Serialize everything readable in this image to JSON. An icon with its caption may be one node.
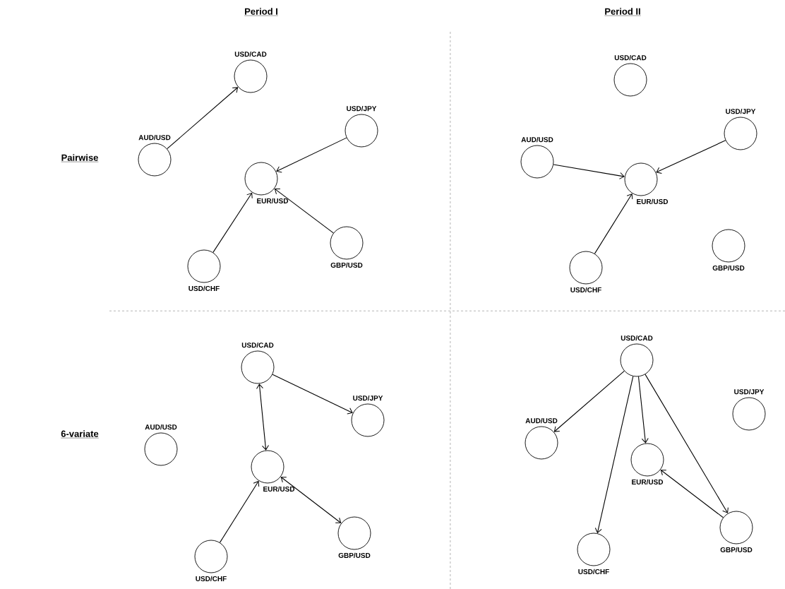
{
  "diagram": {
    "nodes": [
      {
        "text": [
          "USD/CAD"
        ]
      },
      {
        "text": [
          "USD/JPY"
        ]
      },
      {
        "text": [
          "AUD/USD"
        ]
      },
      {
        "text": [
          "EUR/USD"
        ]
      },
      {
        "text": [
          "GBP/USD"
        ]
      },
      {
        "text": [
          "USD/CHF"
        ]
      },
      {
        "text": [
          "USD/CAD"
        ]
      },
      {
        "text": [
          "USD/JPY"
        ]
      },
      {
        "text": [
          "AUD/USD"
        ]
      },
      {
        "text": [
          "EUR/USD"
        ]
      },
      {
        "text": [
          "GBP/USD"
        ]
      },
      {
        "text": [
          "USD/CHF"
        ]
      },
      {
        "text": [
          "USD/CAD"
        ]
      },
      {
        "text": [
          "USD/JPY"
        ]
      },
      {
        "text": [
          "AUD/USD"
        ]
      },
      {
        "text": [
          "EUR/USD"
        ]
      },
      {
        "text": [
          "GBP/USD"
        ]
      },
      {
        "text": [
          "USD/CHF"
        ]
      },
      {
        "text": [
          "USD/CAD"
        ]
      },
      {
        "text": [
          "USD/JPY"
        ]
      },
      {
        "text": [
          "AUD/USD"
        ]
      },
      {
        "text": [
          "EUR/USD"
        ]
      },
      {
        "text": [
          "GBP/USD"
        ]
      },
      {
        "text": [
          "USD/CHF"
        ]
      }
    ],
    "edges": [
      {
        "from": 2,
        "to": 0,
        "arrow": "to"
      },
      {
        "from": 1,
        "to": 3,
        "arrow": "to"
      },
      {
        "from": 5,
        "to": 3,
        "arrow": "to"
      },
      {
        "from": 4,
        "to": 3,
        "arrow": "to"
      },
      {
        "from": 8,
        "to": 9,
        "arrow": "to"
      },
      {
        "from": 7,
        "to": 9,
        "arrow": "to"
      },
      {
        "from": 11,
        "to": 9,
        "arrow": "to"
      },
      {
        "from": 12,
        "to": 13,
        "arrow": "to"
      },
      {
        "from": 12,
        "to": 15,
        "arrow": "both"
      },
      {
        "from": 17,
        "to": 15,
        "arrow": "to"
      },
      {
        "from": 15,
        "to": 16,
        "arrow": "both"
      },
      {
        "from": 18,
        "to": 20,
        "arrow": "to"
      },
      {
        "from": 18,
        "to": 23,
        "arrow": "to"
      },
      {
        "from": 18,
        "to": 21,
        "arrow": "to"
      },
      {
        "from": 18,
        "to": 22,
        "arrow": "to"
      },
      {
        "from": 22,
        "to": 21,
        "arrow": "to"
      }
    ],
    "labels": [
      "Period I",
      "Period II",
      "Pairwise",
      "6-variate"
    ]
  }
}
